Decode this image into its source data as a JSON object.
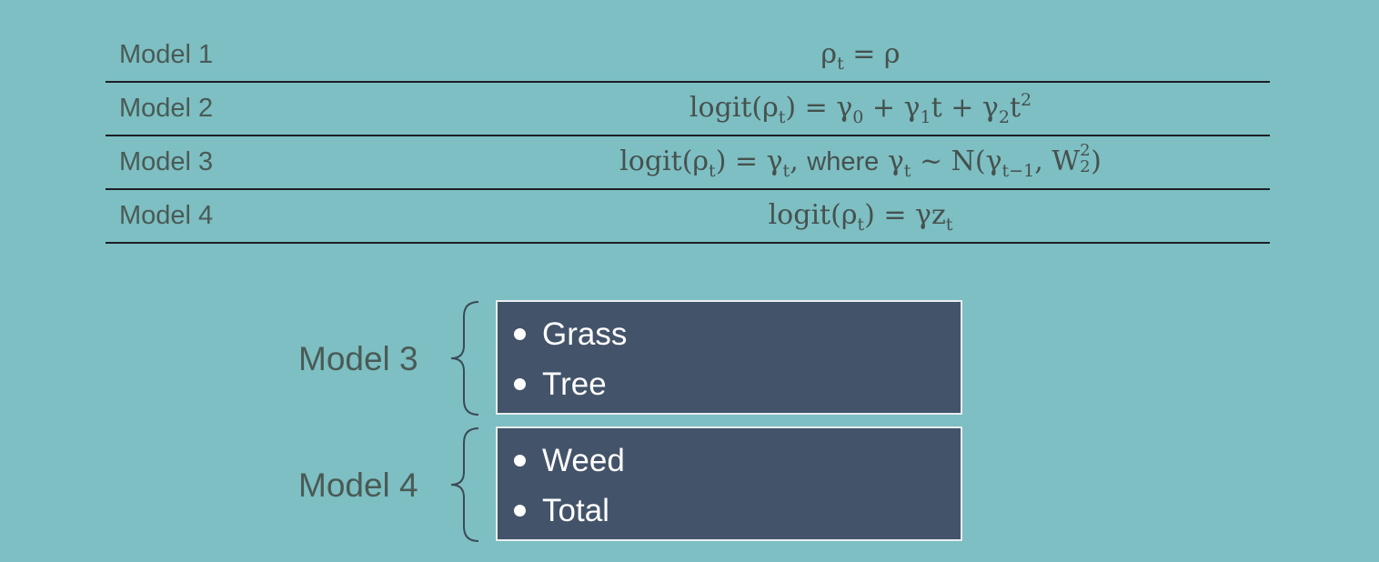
{
  "models": [
    {
      "name": "Model 1",
      "equation": {
        "lhs": "ρ",
        "lhs_sub": "t",
        "rhs": "= ρ"
      }
    },
    {
      "name": "Model 2"
    },
    {
      "name": "Model 3"
    },
    {
      "name": "Model 4"
    }
  ],
  "equations": {
    "logit": "logit",
    "m2": {
      "a": "γ",
      "a_sub": "0",
      "b": "γ",
      "b_sub": "1",
      "c": "γ",
      "c_sub": "2",
      "t": "t",
      "t_sup": "2"
    },
    "m3": {
      "where": "where",
      "g": "γ",
      "g_sub": "t",
      "sim": "~ N",
      "gsub2": "t−1",
      "W": "W",
      "W_sup": "2",
      "W_sub": "2"
    },
    "m4": {
      "rhs": "γz",
      "rhs_sub": "t"
    }
  },
  "groups": [
    {
      "label": "Model 3",
      "items": [
        "Grass",
        "Tree"
      ]
    },
    {
      "label": "Model 4",
      "items": [
        "Weed",
        "Total"
      ]
    }
  ],
  "colors": {
    "background": "#7dbfc3",
    "box": "#435369",
    "rule": "#1b1f24",
    "text": "#4a5a55"
  }
}
